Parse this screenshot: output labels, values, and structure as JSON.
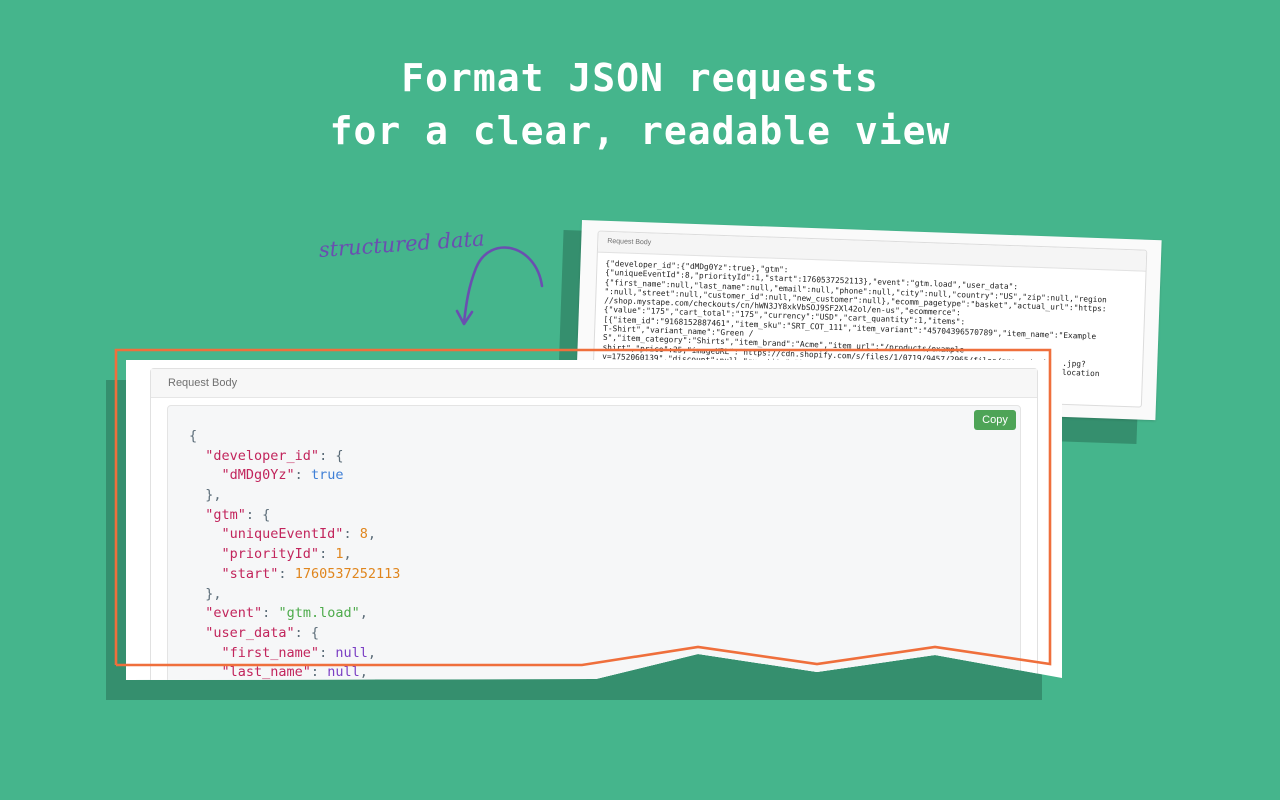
{
  "headline": {
    "line1": "Format JSON requests",
    "line2": "for a clear, readable view"
  },
  "annotation": "structured data",
  "raw_card": {
    "header": "Request Body",
    "body": "{\"developer_id\":{\"dMDg0Yz\":true},\"gtm\":\n{\"uniqueEventId\":8,\"priorityId\":1,\"start\":1760537252113},\"event\":\"gtm.load\",\"user_data\":\n{\"first_name\":null,\"last_name\":null,\"email\":null,\"phone\":null,\"city\":null,\"country\":\"US\",\"zip\":null,\"region\n\":null,\"street\":null,\"customer_id\":null,\"new_customer\":null},\"ecomm_pagetype\":\"basket\",\"actual_url\":\"https:\n//shop.mystape.com/checkouts/cn/hWN3JY8xkVbSOJ9SF2Xl42ol/en-us\",\"ecommerce\":\n{\"value\":\"175\",\"cart_total\":\"175\",\"currency\":\"USD\",\"cart_quantity\":1,\"items\":\n[{\"item_id\":\"9168152887461\",\"item_sku\":\"SRT_COT_111\",\"item_variant\":\"45704396570789\",\"item_name\":\"Example\nT-Shirt\",\"variant_name\":\"Green /\nS\",\"item_category\":\"Shirts\",\"item_brand\":\"Acme\",\"item_url\":\"/products/example-\nshirt\",\"price\":25,\"imageURL\":\"https://cdn.shopify.com/s/files/1/0719/9457/2965/files/green-t-shirt.jpg?\nv=1752060139\",\"discount\":null,\"quantity\":7}]},\"market_id\":\"5698931933\",\"market_handle\":\"us\",\"page_location\n\":\"https://shop.mystape.com/web-pixels@360ddc07w47200202b1f656315m70f274df/custom/web-pixel-\n1622017650@1/sandbox/modern/checkouts/cn/hWN3JY8xVbSOJ9SF2Xl42ol/en-us/example-"
  },
  "front_card": {
    "header": "Request Body",
    "copy_label": "Copy",
    "code_lines": [
      [
        {
          "t": "p",
          "v": "{"
        }
      ],
      [
        {
          "t": "p",
          "v": "  "
        },
        {
          "t": "k",
          "v": "\"developer_id\""
        },
        {
          "t": "p",
          "v": ": {"
        }
      ],
      [
        {
          "t": "p",
          "v": "    "
        },
        {
          "t": "k",
          "v": "\"dMDg0Yz\""
        },
        {
          "t": "p",
          "v": ": "
        },
        {
          "t": "b",
          "v": "true"
        }
      ],
      [
        {
          "t": "p",
          "v": "  },"
        }
      ],
      [
        {
          "t": "p",
          "v": "  "
        },
        {
          "t": "k",
          "v": "\"gtm\""
        },
        {
          "t": "p",
          "v": ": {"
        }
      ],
      [
        {
          "t": "p",
          "v": "    "
        },
        {
          "t": "k",
          "v": "\"uniqueEventId\""
        },
        {
          "t": "p",
          "v": ": "
        },
        {
          "t": "n",
          "v": "8"
        },
        {
          "t": "p",
          "v": ","
        }
      ],
      [
        {
          "t": "p",
          "v": "    "
        },
        {
          "t": "k",
          "v": "\"priorityId\""
        },
        {
          "t": "p",
          "v": ": "
        },
        {
          "t": "n",
          "v": "1"
        },
        {
          "t": "p",
          "v": ","
        }
      ],
      [
        {
          "t": "p",
          "v": "    "
        },
        {
          "t": "k",
          "v": "\"start\""
        },
        {
          "t": "p",
          "v": ": "
        },
        {
          "t": "n",
          "v": "1760537252113"
        }
      ],
      [
        {
          "t": "p",
          "v": "  },"
        }
      ],
      [
        {
          "t": "p",
          "v": "  "
        },
        {
          "t": "k",
          "v": "\"event\""
        },
        {
          "t": "p",
          "v": ": "
        },
        {
          "t": "s",
          "v": "\"gtm.load\""
        },
        {
          "t": "p",
          "v": ","
        }
      ],
      [
        {
          "t": "p",
          "v": "  "
        },
        {
          "t": "k",
          "v": "\"user_data\""
        },
        {
          "t": "p",
          "v": ": {"
        }
      ],
      [
        {
          "t": "p",
          "v": "    "
        },
        {
          "t": "k",
          "v": "\"first_name\""
        },
        {
          "t": "p",
          "v": ": "
        },
        {
          "t": "nl",
          "v": "null"
        },
        {
          "t": "p",
          "v": ","
        }
      ],
      [
        {
          "t": "p",
          "v": "    "
        },
        {
          "t": "k",
          "v": "\"last_name\""
        },
        {
          "t": "p",
          "v": ": "
        },
        {
          "t": "nl",
          "v": "null"
        },
        {
          "t": "p",
          "v": ","
        }
      ]
    ]
  },
  "colors": {
    "background": "#45b58c",
    "highlight": "#ef6f3c",
    "annotation": "#6a4fb0",
    "copy_button": "#4ea457"
  }
}
